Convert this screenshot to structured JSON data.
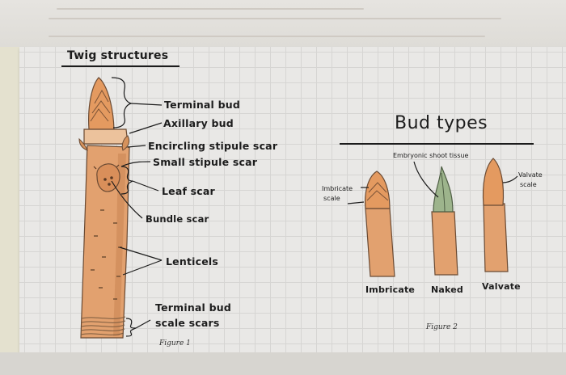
{
  "figure1": {
    "title": "Twig structures",
    "labels": {
      "terminal_bud": "Terminal bud",
      "axillary_bud": "Axillary bud",
      "encircling_stipule_scar": "Encircling stipule scar",
      "small_stipule_scar": "Small stipule scar",
      "leaf_scar": "Leaf scar",
      "bundle_scar": "Bundle scar",
      "lenticels": "Lenticels",
      "terminal_bud_scale_scars_1": "Terminal bud",
      "terminal_bud_scale_scars_2": "scale scars"
    },
    "caption": "Figure 1"
  },
  "figure2": {
    "title": "Bud types",
    "labels": {
      "embryonic_shoot_tissue": "Embryonic shoot tissue",
      "imbricate_scale_1": "Imbricate",
      "imbricate_scale_2": "scale",
      "valvate_scale_1": "Valvate",
      "valvate_scale_2": "scale"
    },
    "bud_names": [
      "Imbricate",
      "Naked",
      "Valvate"
    ],
    "caption": "Figure 2"
  },
  "colors": {
    "twig": "#e2a16f",
    "bud": "#e49a60",
    "shoot_green": "#9db48c",
    "ink": "#1c1c1c",
    "paper": "#e9e8e6"
  }
}
